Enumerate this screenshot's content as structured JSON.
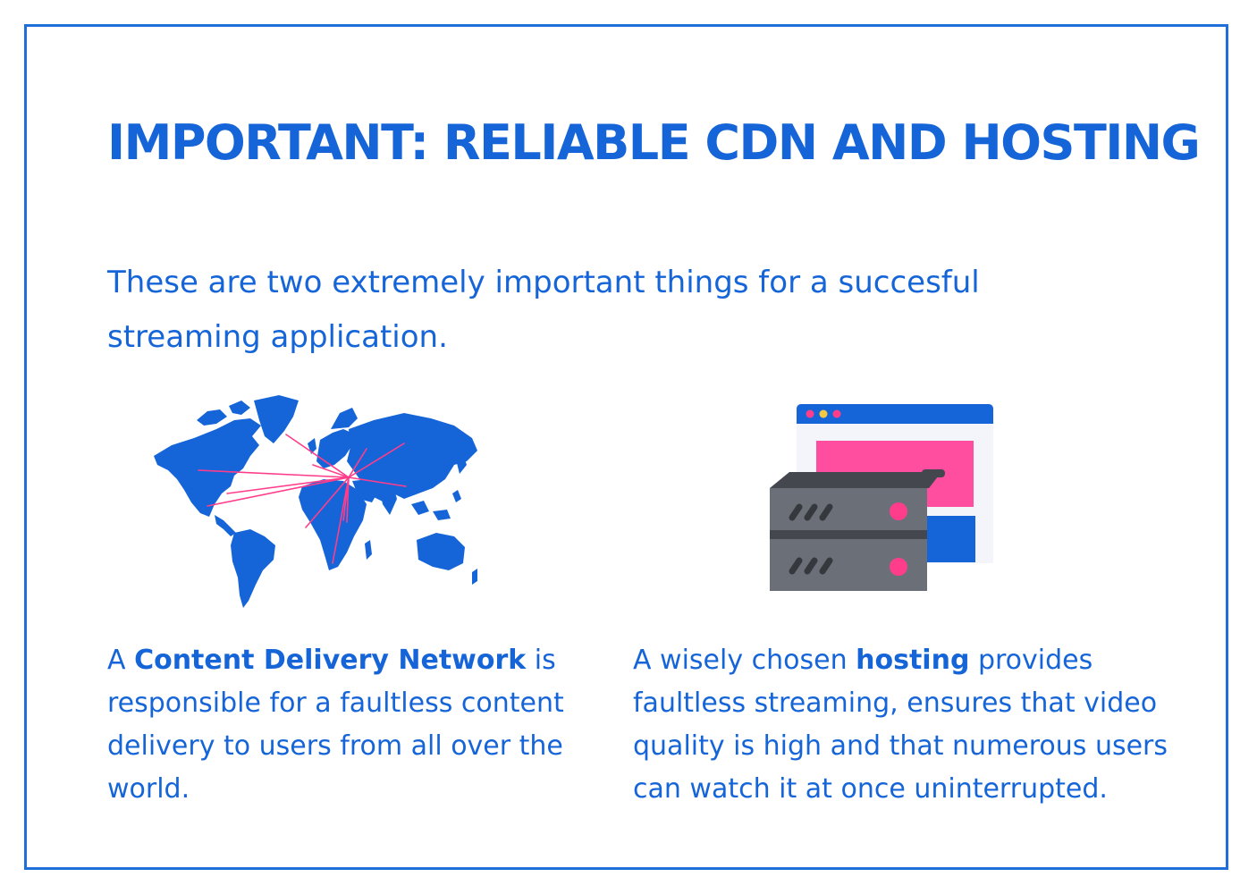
{
  "title": {
    "prefix": "IMPORTANT: RELIABLE ",
    "highlight": "CDN AND HOSTING"
  },
  "intro": {
    "line1": "These are two extremely important things for a succesful",
    "line2": "streaming application."
  },
  "cdn": {
    "text_before": "A ",
    "bold": "Content Delivery Network",
    "text_after": " is responsible for a faultless content delivery to users from all over the world."
  },
  "hosting": {
    "text_before": "A wisely chosen ",
    "bold": "hosting",
    "text_after": " provides faultless streaming, ensures that video quality is high and that numerous users can watch it at once uninterrupted."
  },
  "icons": {
    "map": "world-map-network-icon",
    "server": "server-hosting-icon"
  },
  "colors": {
    "primary_blue": "#1565d8",
    "accent_pink": "#ff3d8b",
    "server_gray": "#6b6f78",
    "server_dark": "#44474e"
  }
}
